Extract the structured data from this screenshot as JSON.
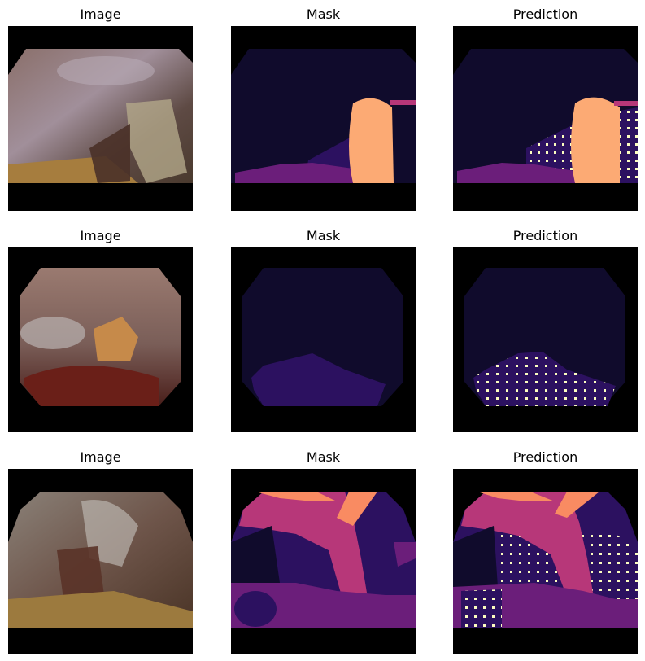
{
  "figure": {
    "rows": [
      {
        "titles": [
          "Image",
          "Mask",
          "Prediction"
        ]
      },
      {
        "titles": [
          "Image",
          "Mask",
          "Prediction"
        ]
      },
      {
        "titles": [
          "Image",
          "Mask",
          "Prediction"
        ]
      }
    ]
  },
  "colors": {
    "background": "#000000",
    "class_dark": "#100b2c",
    "class_indigo": "#2c1160",
    "class_purple": "#6b1e7a",
    "class_magenta": "#b73779",
    "class_orange": "#f98b62",
    "class_peach": "#fcaa74",
    "class_yellow": "#fcfdbf"
  }
}
